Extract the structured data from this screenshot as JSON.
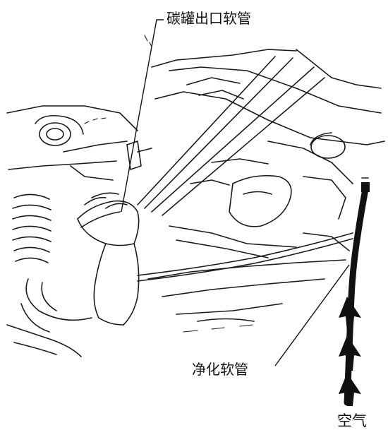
{
  "labels": {
    "canister_outlet_hose": "碳罐出口软管",
    "purge_hose": "净化软管",
    "air": "空气"
  },
  "colors": {
    "ink": "#1a1a1a",
    "background": "#ffffff"
  }
}
